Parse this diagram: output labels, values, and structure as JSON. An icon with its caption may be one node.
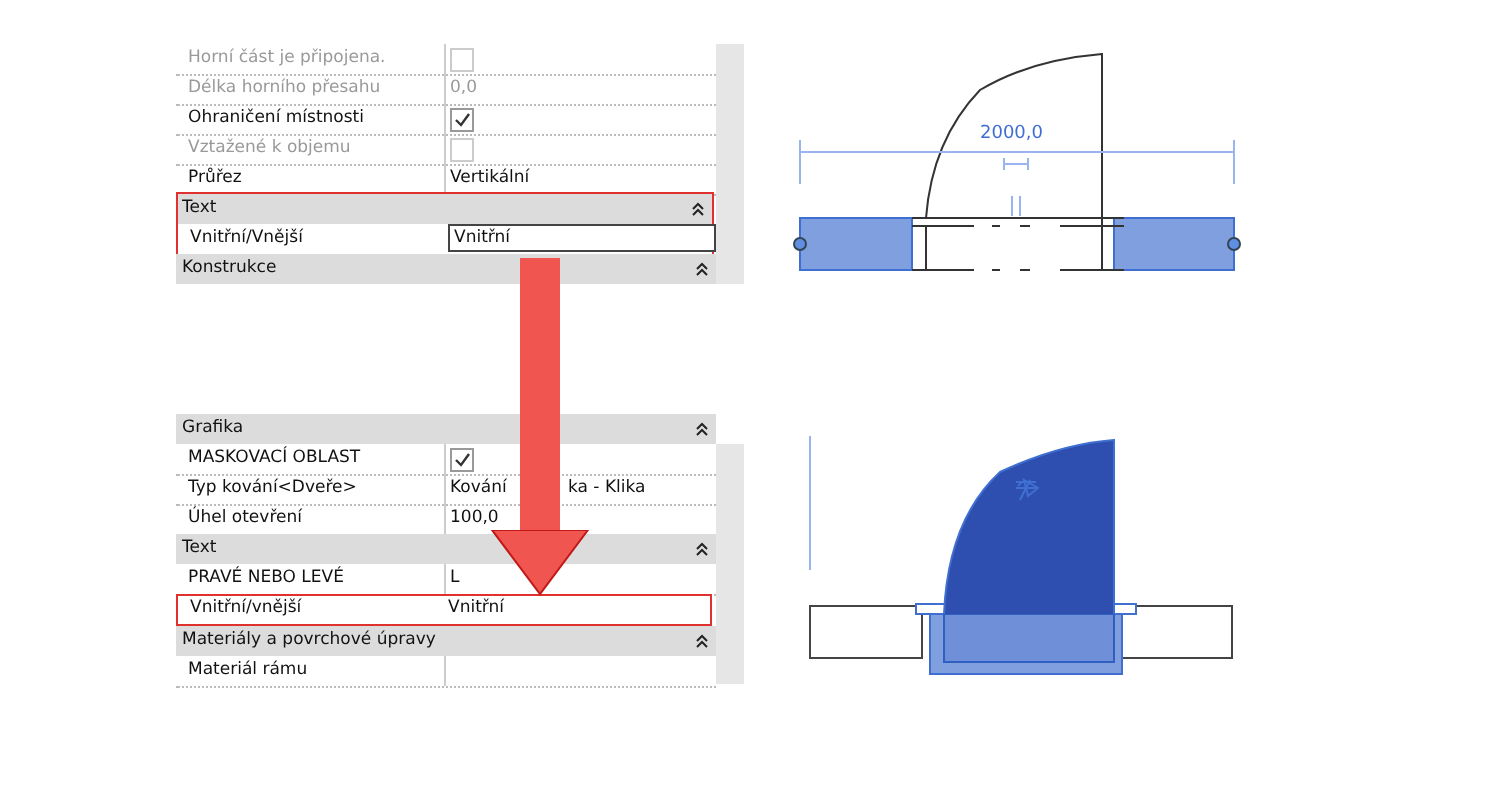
{
  "diagram": {
    "nodes": [
      {
        "text": [
          "Text",
          "Vnitřní/Vnější",
          "Vnitřní"
        ]
      },
      {
        "text": [
          "Vnitřní/vnější",
          "Vnitřní"
        ]
      }
    ],
    "edges": [
      {
        "from": 0,
        "to": 1,
        "arrow": "to",
        "color": "#f0554f"
      }
    ],
    "labels": [
      "Horní část je připojena.",
      "Délka horního přesahu",
      "0,0",
      "Ohraničení místnosti",
      "Vztažené k objemu",
      "Průřez",
      "Vertikální",
      "Konstrukce",
      "Grafika",
      "MASKOVACÍ OBLAST",
      "Typ kování<Dveře>",
      "Kování",
      "ka - Klika",
      "Úhel otevření",
      "100,0",
      "Text",
      "PRAVÉ NEBO LEVÉ",
      "L",
      "Materiály a povrchové úpravy",
      "Materiál rámu",
      "2000,0"
    ]
  }
}
